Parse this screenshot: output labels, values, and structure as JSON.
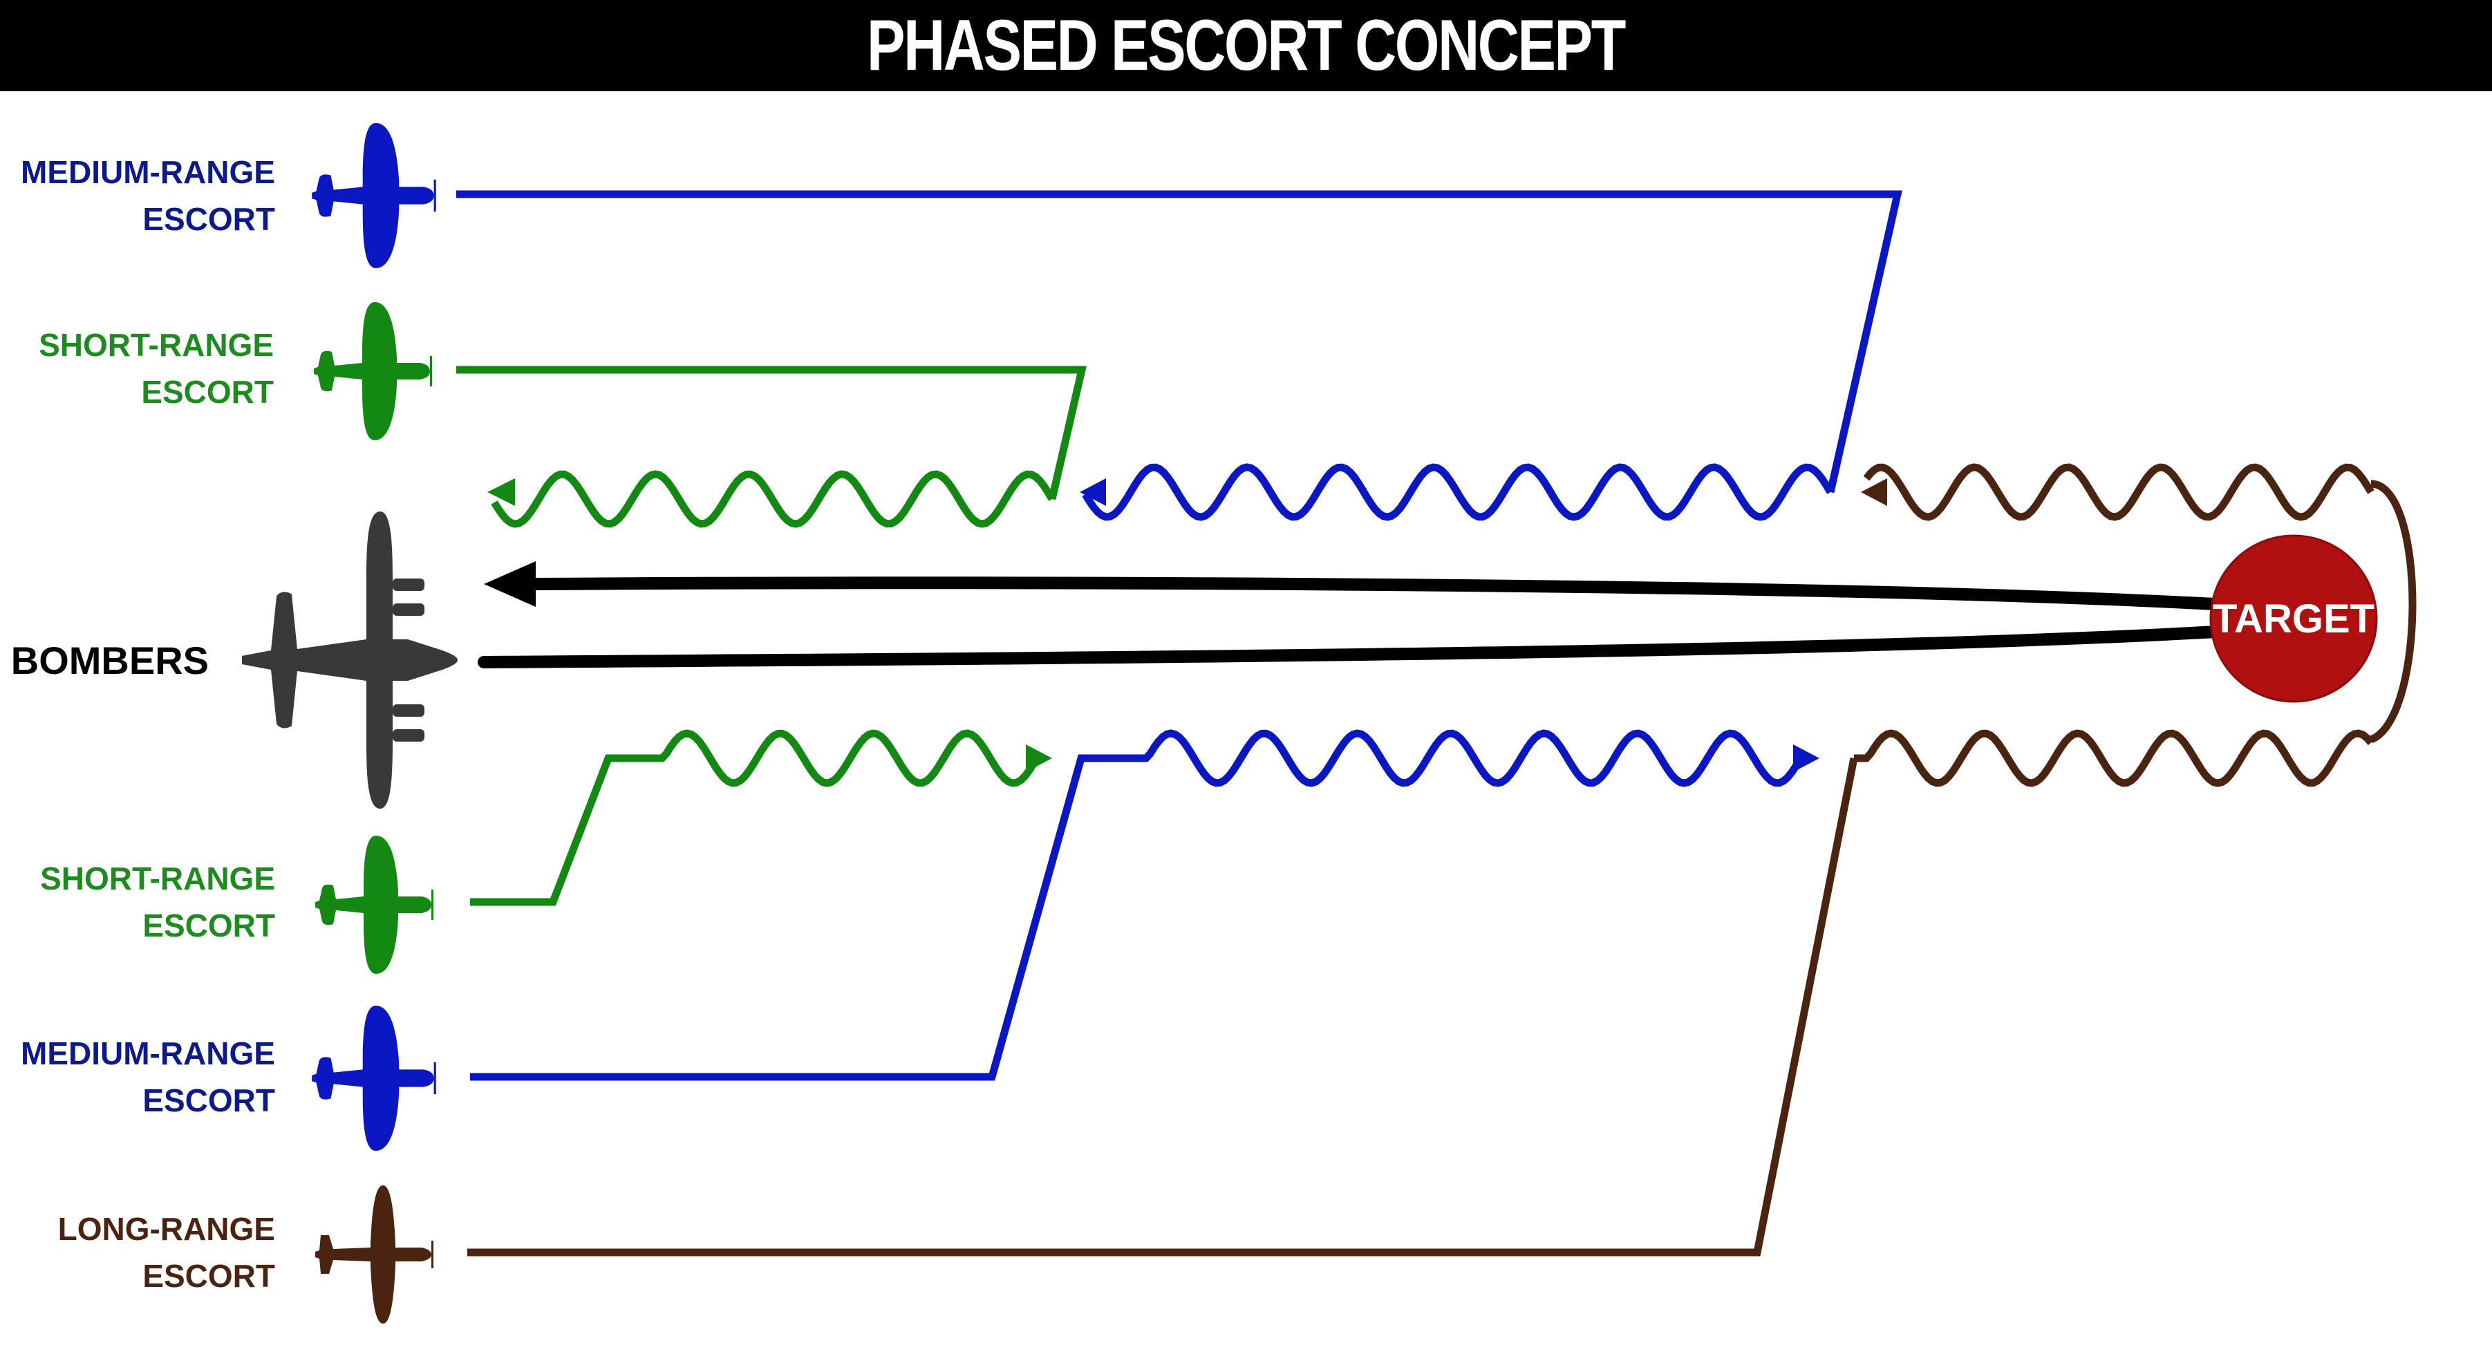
{
  "title": "PHASED ESCORT CONCEPT",
  "colors": {
    "medium_range": "#0b17c0",
    "short_range": "#138813",
    "long_range": "#4a2410",
    "bombers": "#000000",
    "bomber_icon": "#3b3838",
    "target": "#b01010",
    "label_medium": "#0c1a8a",
    "label_short": "#1f8a1f",
    "label_long": "#4a2410"
  },
  "groups": [
    {
      "id": "medium-range-top",
      "line1": "MEDIUM-RANGE",
      "line2": "ESCORT",
      "aircraft_icon": "fighter-plane-icon"
    },
    {
      "id": "short-range-top",
      "line1": "SHORT-RANGE",
      "line2": "ESCORT",
      "aircraft_icon": "fighter-plane-icon"
    },
    {
      "id": "bombers",
      "line1": "BOMBERS",
      "aircraft_icon": "bomber-plane-icon"
    },
    {
      "id": "short-range-bottom",
      "line1": "SHORT-RANGE",
      "line2": "ESCORT",
      "aircraft_icon": "fighter-plane-icon"
    },
    {
      "id": "medium-range-bottom",
      "line1": "MEDIUM-RANGE",
      "line2": "ESCORT",
      "aircraft_icon": "fighter-plane-icon"
    },
    {
      "id": "long-range-bottom",
      "line1": "LONG-RANGE",
      "line2": "ESCORT",
      "aircraft_icon": "long-range-fighter-icon"
    }
  ],
  "target": {
    "label": "TARGET"
  }
}
